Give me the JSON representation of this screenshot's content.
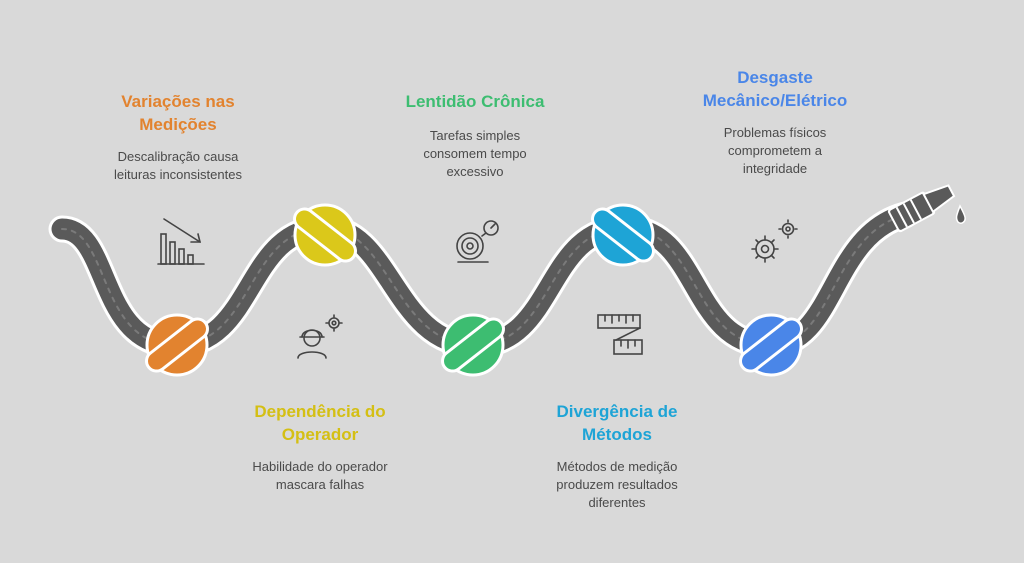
{
  "colors": {
    "background": "#d9d9d9",
    "hose": "#5a5a5a",
    "orange": "#e2832f",
    "yellow": "#dbc81a",
    "green": "#3dbd71",
    "cyan": "#1ea4d6",
    "blue": "#4a86e8"
  },
  "items": [
    {
      "title": "Variações nas\nMedições",
      "description": "Descalibração causa\nleituras inconsistentes",
      "color": "#e2832f",
      "icon": "bar-chart-down-icon"
    },
    {
      "title": "Dependência do\nOperador",
      "description": "Habilidade do operador\nmascara falhas",
      "color": "#d4bf14",
      "icon": "operator-gear-icon"
    },
    {
      "title": "Lentidão Crônica",
      "description": "Tarefas simples\nconsomem tempo\nexcessivo",
      "color": "#3dbd71",
      "icon": "slow-gauge-icon"
    },
    {
      "title": "Divergência de\nMétodos",
      "description": "Métodos de medição\nproduzem resultados\ndiferentes",
      "color": "#1ea4d6",
      "icon": "ruler-icon"
    },
    {
      "title": "Desgaste\nMecânico/Elétrico",
      "description": "Problemas físicos\ncomprometem a\nintegridade",
      "color": "#4a86e8",
      "icon": "gears-icon"
    }
  ]
}
